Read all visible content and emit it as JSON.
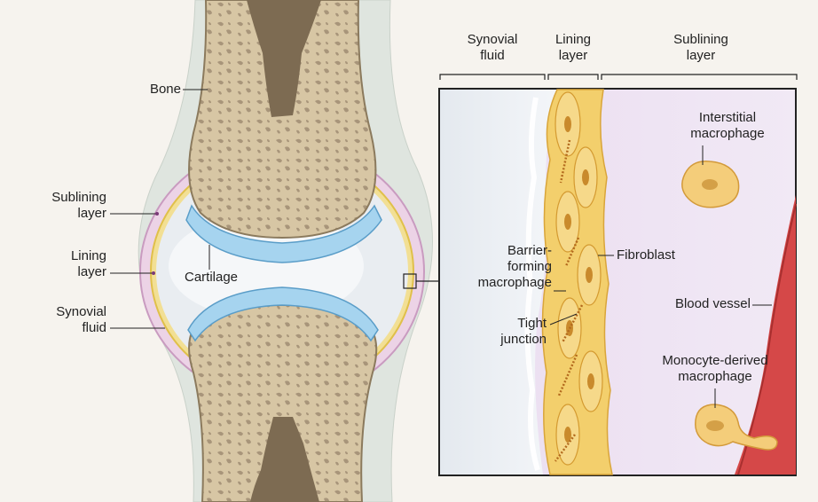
{
  "joint": {
    "bone": "Bone",
    "sublining_layer": "Sublining\nlayer",
    "lining_layer": "Lining\nlayer",
    "synovial_fluid": "Synovial\nfluid",
    "cartilage": "Cartilage"
  },
  "detail": {
    "header_synovial_fluid": "Synovial\nfluid",
    "header_lining_layer": "Lining\nlayer",
    "header_sublining_layer": "Sublining\nlayer",
    "interstitial_macrophage": "Interstitial\nmacrophage",
    "barrier_forming_macrophage": "Barrier-\nforming\nmacrophage",
    "fibroblast": "Fibroblast",
    "tight_junction": "Tight\njunction",
    "blood_vessel": "Blood vessel",
    "monocyte_derived_macrophage": "Monocyte-derived\nmacrophage"
  },
  "colors": {
    "background": "#f6f3ee",
    "bone": "#d9c9a9",
    "bone_marrow": "#8c7a60",
    "cartilage": "#9fd2ee",
    "synovial_fluid": "#e8ecf0",
    "lining": "#f3d77a",
    "sublining": "#e8c2dc",
    "capsule": "#dbe2dc",
    "blood_vessel": "#d64a4a",
    "cell": "#f1c46b"
  }
}
